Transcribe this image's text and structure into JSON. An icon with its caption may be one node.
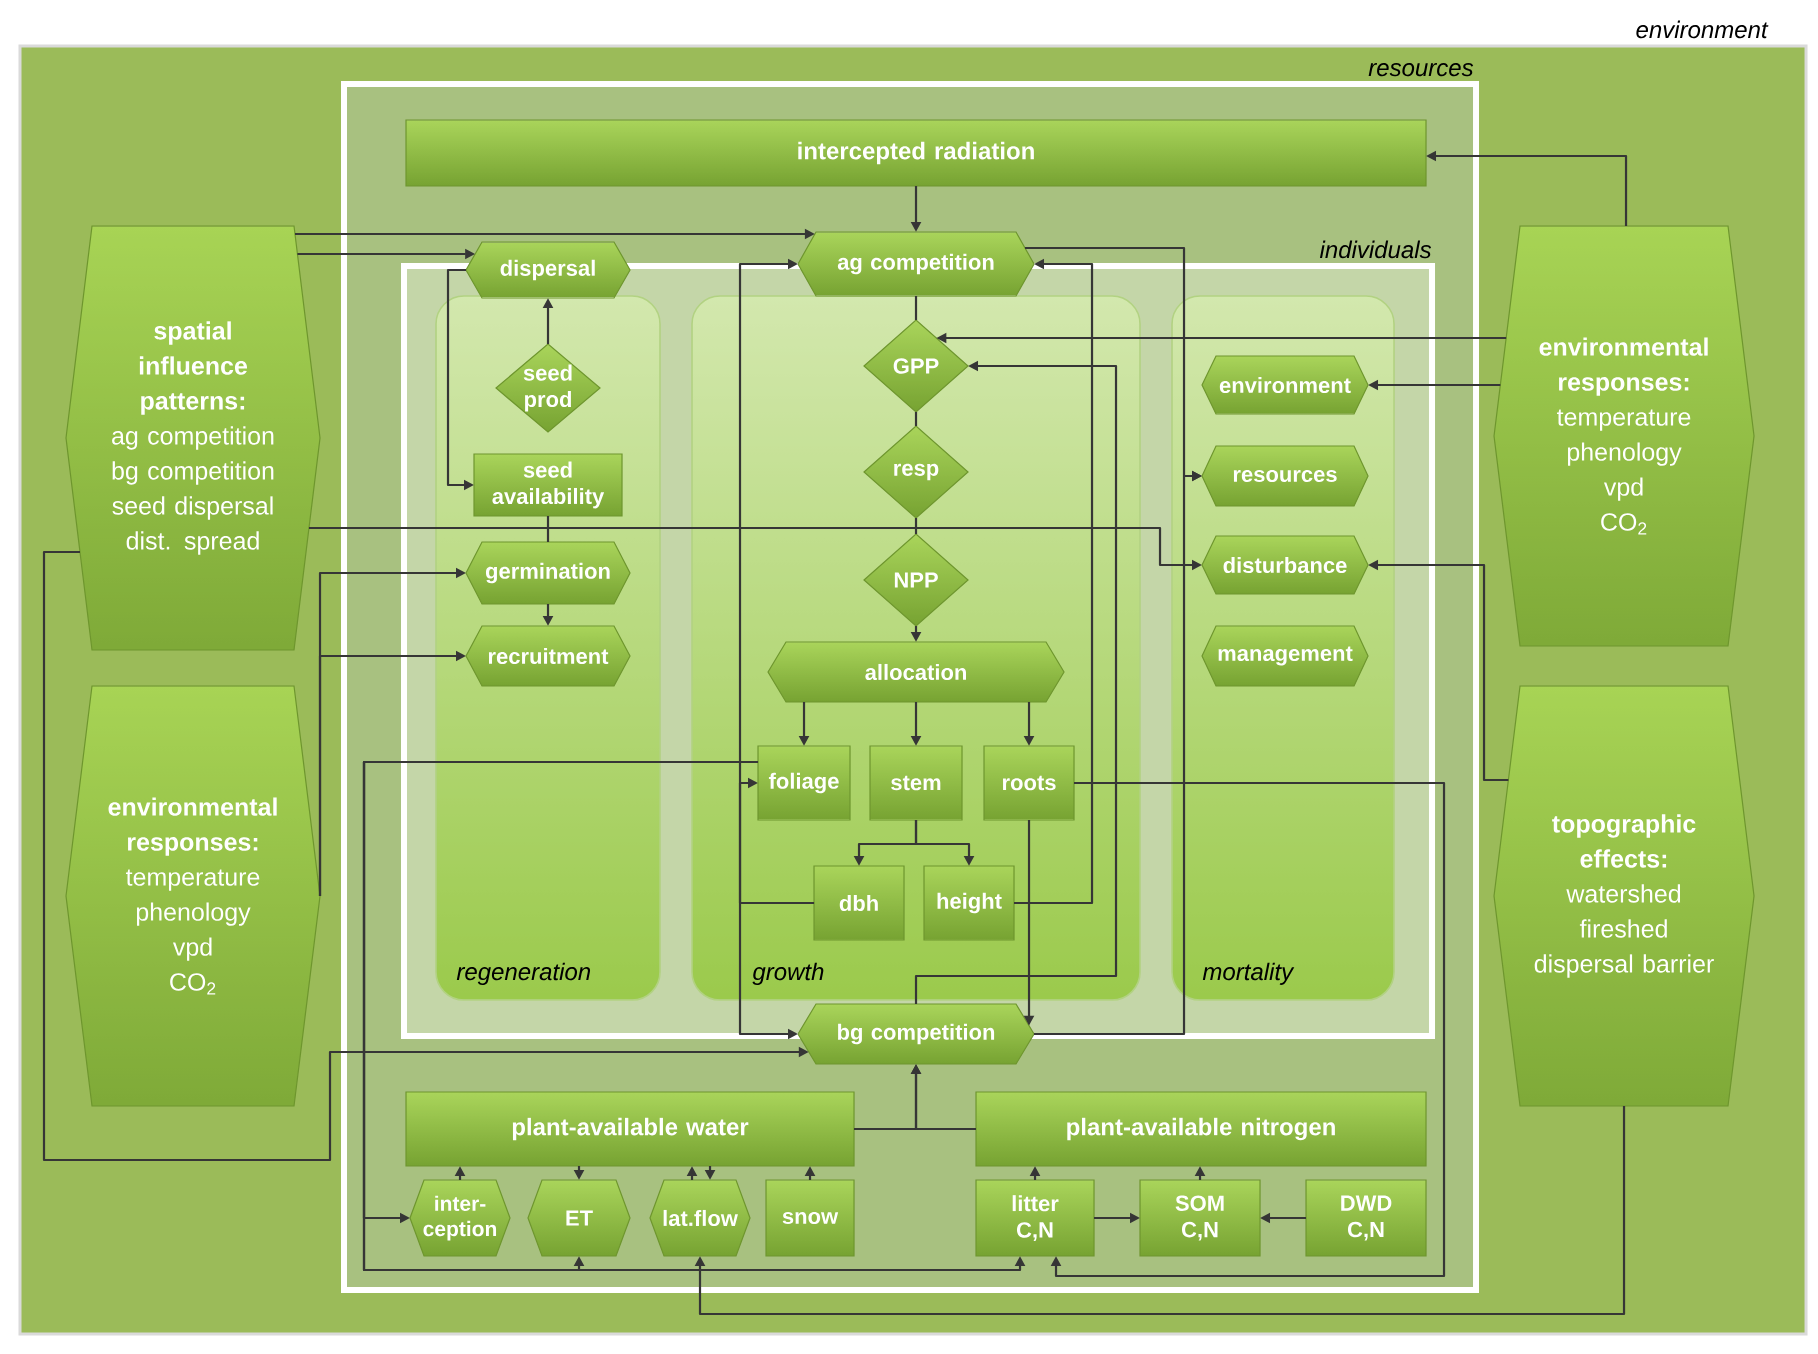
{
  "diagram": {
    "nodes": [
      {
        "text": [
          "environment"
        ]
      },
      {
        "text": [
          "resources"
        ],
        "in": 0
      },
      {
        "text": [
          "intercepted radiation"
        ],
        "in": 1
      },
      {
        "text": [
          "individuals"
        ],
        "in": 1
      },
      {
        "text": [
          "regeneration"
        ],
        "in": 3
      },
      {
        "text": [
          "growth"
        ],
        "in": 3
      },
      {
        "text": [
          "mortality"
        ],
        "in": 3
      },
      {
        "text": [
          "dispersal"
        ],
        "in": 1
      },
      {
        "text": [
          "seed prod"
        ],
        "in": 4
      },
      {
        "text": [
          "seed availability"
        ],
        "in": 4
      },
      {
        "text": [
          "germination"
        ],
        "in": 4
      },
      {
        "text": [
          "recruitment"
        ],
        "in": 4
      },
      {
        "text": [
          "ag competition"
        ],
        "in": 1
      },
      {
        "text": [
          "GPP"
        ],
        "in": 5
      },
      {
        "text": [
          "resp"
        ],
        "in": 5
      },
      {
        "text": [
          "NPP"
        ],
        "in": 5
      },
      {
        "text": [
          "allocation"
        ],
        "in": 5
      },
      {
        "text": [
          "foliage"
        ],
        "in": 5
      },
      {
        "text": [
          "stem"
        ],
        "in": 5
      },
      {
        "text": [
          "roots"
        ],
        "in": 5
      },
      {
        "text": [
          "dbh"
        ],
        "in": 5
      },
      {
        "text": [
          "height"
        ],
        "in": 5
      },
      {
        "text": [
          "environment"
        ],
        "in": 6
      },
      {
        "text": [
          "resources"
        ],
        "in": 6
      },
      {
        "text": [
          "disturbance"
        ],
        "in": 6
      },
      {
        "text": [
          "management"
        ],
        "in": 6
      },
      {
        "text": [
          "bg competition"
        ],
        "in": 1
      },
      {
        "text": [
          "plant-available water"
        ],
        "in": 1
      },
      {
        "text": [
          "inter- ception"
        ],
        "in": 1
      },
      {
        "text": [
          "ET"
        ],
        "in": 1
      },
      {
        "text": [
          "lat.flow"
        ],
        "in": 1
      },
      {
        "text": [
          "snow"
        ],
        "in": 1
      },
      {
        "text": [
          "plant-available nitrogen"
        ],
        "in": 1
      },
      {
        "text": [
          "litter C,N"
        ],
        "in": 1
      },
      {
        "text": [
          "SOM C,N"
        ],
        "in": 1
      },
      {
        "text": [
          "DWD C,N"
        ],
        "in": 1
      },
      {
        "text": [
          "spatial influence patterns:",
          "ag competition",
          "bg competition",
          "seed dispersal",
          "dist. spread"
        ],
        "in": 0
      },
      {
        "text": [
          "environmental responses:",
          "temperature",
          "phenology",
          "vpd",
          "CO$_{2}$"
        ],
        "in": 0
      },
      {
        "text": [
          "environmental responses:",
          "temperature",
          "phenology",
          "vpd",
          "CO$_{2}$"
        ],
        "in": 0
      },
      {
        "text": [
          "topographic effects:",
          "watershed",
          "fireshed",
          "dispersal barrier"
        ],
        "in": 0
      }
    ],
    "edges": [
      {
        "from": 2,
        "to": 12,
        "arrow": "to"
      },
      {
        "from": 36,
        "to": 12,
        "arrow": "to"
      },
      {
        "from": 36,
        "to": 7,
        "arrow": "to"
      },
      {
        "from": 7,
        "to": 9,
        "arrow": "to"
      },
      {
        "from": 8,
        "to": 7,
        "arrow": "to"
      },
      {
        "from": 9,
        "to": 10,
        "arrow": "none"
      },
      {
        "from": 10,
        "to": 11,
        "arrow": "to"
      },
      {
        "from": 37,
        "to": 10,
        "arrow": "to"
      },
      {
        "from": 37,
        "to": 11,
        "arrow": "to"
      },
      {
        "from": 36,
        "to": 26,
        "arrow": "to"
      },
      {
        "from": 36,
        "to": 24,
        "arrow": "to"
      },
      {
        "from": 12,
        "to": 13,
        "arrow": "none"
      },
      {
        "from": 13,
        "to": 14,
        "arrow": "none"
      },
      {
        "from": 14,
        "to": 15,
        "arrow": "none"
      },
      {
        "from": 15,
        "to": 16,
        "arrow": "to"
      },
      {
        "from": 16,
        "to": 17,
        "arrow": "to"
      },
      {
        "from": 16,
        "to": 18,
        "arrow": "to"
      },
      {
        "from": 16,
        "to": 19,
        "arrow": "to"
      },
      {
        "from": 18,
        "to": 20,
        "arrow": "to"
      },
      {
        "from": 18,
        "to": 21,
        "arrow": "to"
      },
      {
        "from": 20,
        "to": 12,
        "arrow": "to"
      },
      {
        "from": 20,
        "to": 26,
        "arrow": "to"
      },
      {
        "from": 20,
        "to": 17,
        "arrow": "to"
      },
      {
        "from": 21,
        "to": 12,
        "arrow": "to"
      },
      {
        "from": 19,
        "to": 26,
        "arrow": "to"
      },
      {
        "from": 26,
        "to": 13,
        "arrow": "to"
      },
      {
        "from": 12,
        "to": 23,
        "arrow": "to"
      },
      {
        "from": 26,
        "to": 23,
        "arrow": "to"
      },
      {
        "from": 19,
        "to": 33,
        "arrow": "to"
      },
      {
        "from": 17,
        "to": 28,
        "arrow": "to"
      },
      {
        "from": 17,
        "to": 29,
        "arrow": "to"
      },
      {
        "from": 17,
        "to": 33,
        "arrow": "to"
      },
      {
        "from": 38,
        "to": 2,
        "arrow": "to"
      },
      {
        "from": 38,
        "to": 13,
        "arrow": "to"
      },
      {
        "from": 38,
        "to": 22,
        "arrow": "to"
      },
      {
        "from": 39,
        "to": 24,
        "arrow": "to"
      },
      {
        "from": 39,
        "to": 30,
        "arrow": "to"
      },
      {
        "from": 28,
        "to": 27,
        "arrow": "to"
      },
      {
        "from": 27,
        "to": 29,
        "arrow": "to"
      },
      {
        "from": 30,
        "to": 27,
        "arrow": "to"
      },
      {
        "from": 27,
        "to": 30,
        "arrow": "to"
      },
      {
        "from": 31,
        "to": 27,
        "arrow": "to"
      },
      {
        "from": 27,
        "to": 26,
        "arrow": "to"
      },
      {
        "from": 32,
        "to": 26,
        "arrow": "to"
      },
      {
        "from": 33,
        "to": 32,
        "arrow": "to"
      },
      {
        "from": 34,
        "to": 32,
        "arrow": "to"
      },
      {
        "from": 33,
        "to": 34,
        "arrow": "to"
      },
      {
        "from": 35,
        "to": 34,
        "arrow": "to"
      }
    ]
  }
}
